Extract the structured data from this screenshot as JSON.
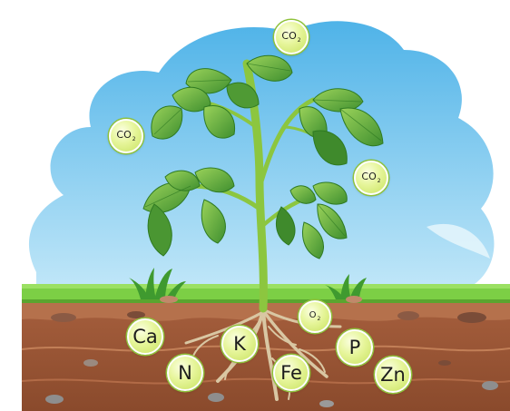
{
  "molecules": [
    {
      "id": "co2-top",
      "base": "CO",
      "sub": "2"
    },
    {
      "id": "co2-left",
      "base": "CO",
      "sub": "2"
    },
    {
      "id": "co2-right",
      "base": "CO",
      "sub": "2"
    },
    {
      "id": "o2-root",
      "base": "O",
      "sub": "2"
    }
  ],
  "elements": [
    {
      "id": "ca",
      "symbol": "Ca"
    },
    {
      "id": "n",
      "symbol": "N"
    },
    {
      "id": "k",
      "symbol": "K"
    },
    {
      "id": "fe",
      "symbol": "Fe"
    },
    {
      "id": "p",
      "symbol": "P"
    },
    {
      "id": "zn",
      "symbol": "Zn"
    }
  ],
  "colors": {
    "sky": "#7cc8ee",
    "grass": "#7ccf45",
    "soil": "#9a5a3a",
    "stem": "#8cc63f",
    "leaf": "#5fae3a",
    "bubble": "#dff08a"
  }
}
